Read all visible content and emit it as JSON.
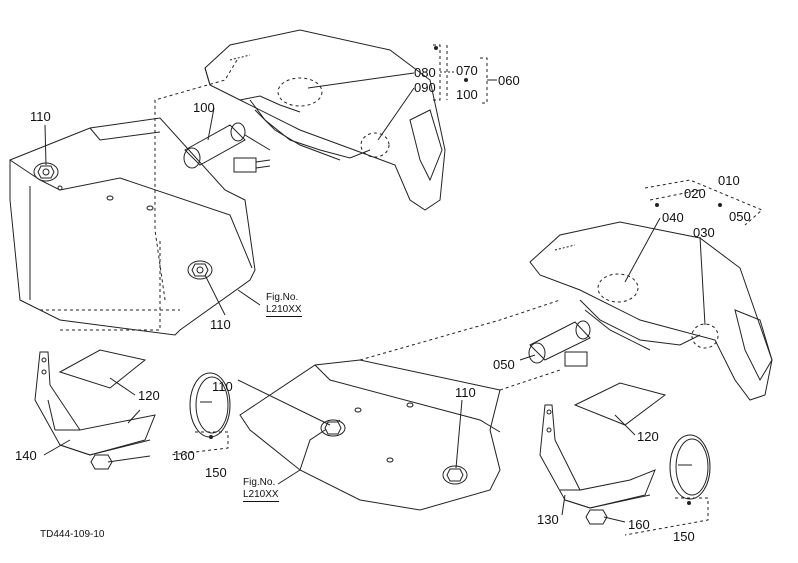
{
  "labels": {
    "p010": "010",
    "p020": "020",
    "p030": "030",
    "p040": "040",
    "p050a": "050",
    "p050b": "050",
    "p060": "060",
    "p070": "070",
    "p080": "080",
    "p090": "090",
    "p100a": "100",
    "p100b": "100",
    "p110a": "110",
    "p110b": "110",
    "p110c": "110",
    "p110d": "110",
    "p120a": "120",
    "p120b": "120",
    "p130": "130",
    "p140": "140",
    "p150a": "150",
    "p150b": "150",
    "p160a": "160",
    "p160b": "160"
  },
  "figure_refs": [
    {
      "line1": "Fig.No.",
      "line2": "L210XX"
    },
    {
      "line1": "Fig.No.",
      "line2": "L210XX"
    }
  ],
  "drawing_code": "TD444-109-10"
}
